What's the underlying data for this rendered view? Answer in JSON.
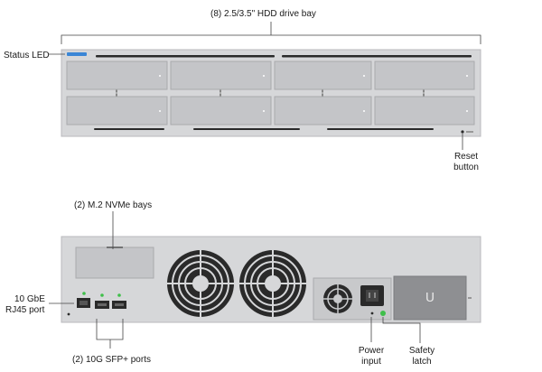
{
  "labels": {
    "hdd_bay": "(8) 2.5/3.5\" HDD drive bay",
    "status_led": "Status LED",
    "reset_line1": "Reset",
    "reset_line2": "button",
    "nvme_bays": "(2) M.2 NVMe bays",
    "rj45_line1": "10 GbE",
    "rj45_line2": "RJ45 port",
    "sfp_ports": "(2) 10G SFP+ ports",
    "power_line1": "Power",
    "power_line2": "input",
    "safety_line1": "Safety",
    "safety_line2": "latch"
  },
  "colors": {
    "chassis": "#d6d7d9",
    "chassis_edge": "#b9babd",
    "bay": "#c4c5c8",
    "bay_edge": "#a9aaad",
    "dark": "#2a2a2a",
    "status_led": "#3a86d6",
    "port_led": "#3fbf4a",
    "line": "#444444"
  }
}
